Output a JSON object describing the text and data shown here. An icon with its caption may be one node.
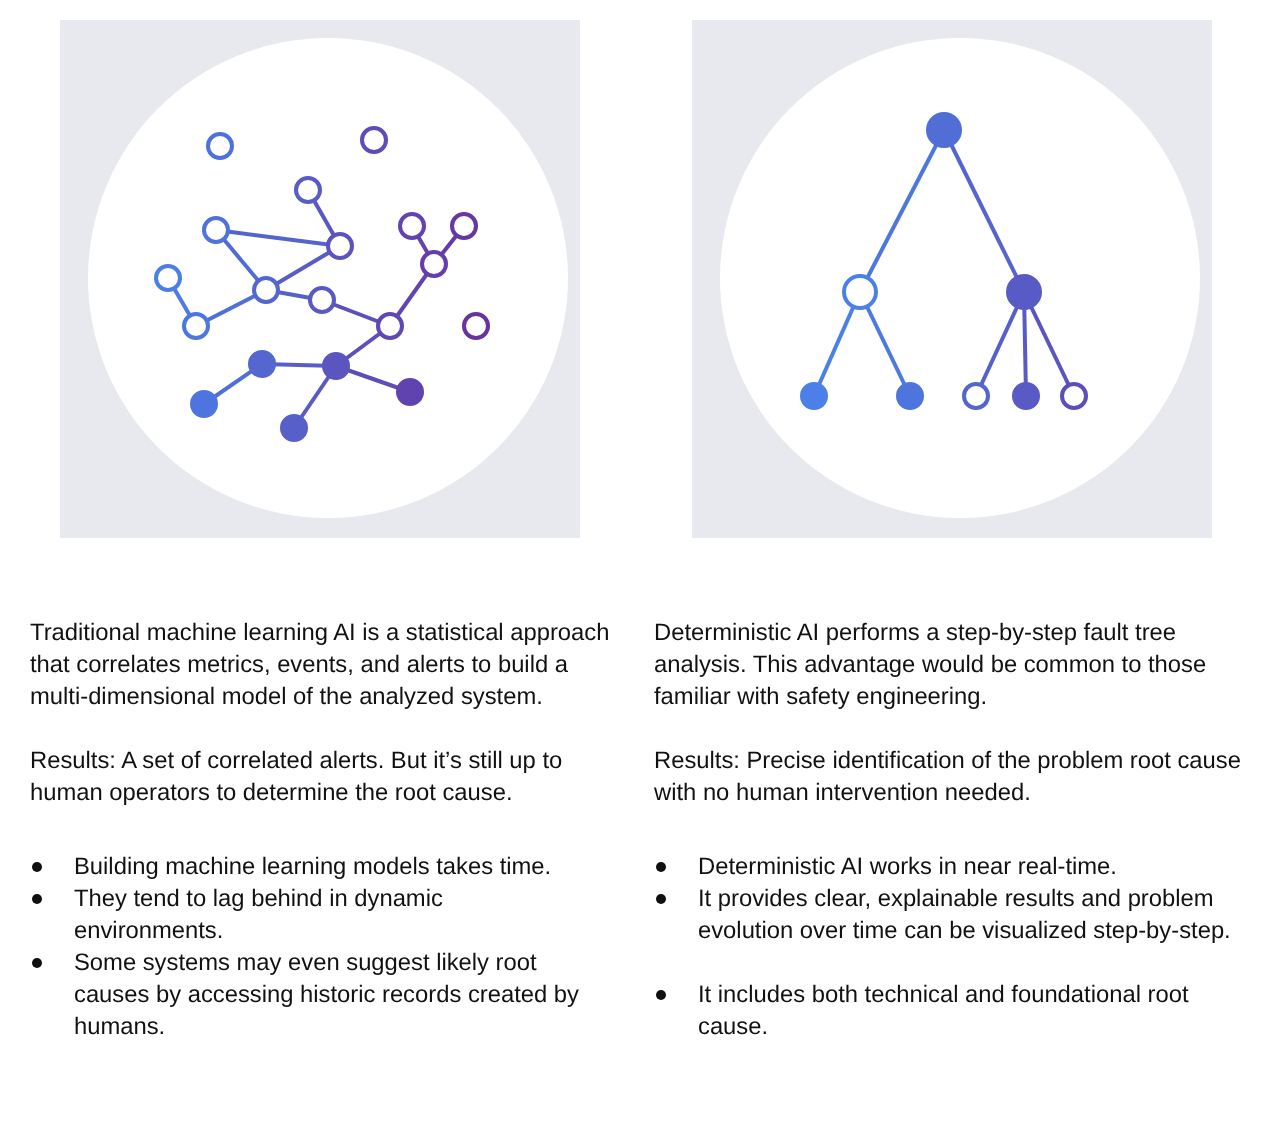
{
  "diagram": {
    "labels": [
      "Traditional machine learning AI is a statistical approach that correlates metrics, events, and alerts to build a multi-dimensional model of the analyzed system.",
      "Results: A set of correlated alerts. But it’s still up to human operators to determine the root cause.",
      "Building machine learning models takes time.",
      "They tend to lag behind in dynamic environments.",
      "Some systems may even suggest likely root causes by accessing historic records created by humans.",
      "Deterministic AI performs a step-by-step fault tree analysis.  This advantage would be common to those familiar with safety engineering.",
      "Results: Precise identification of the problem root cause with no human intervention needed.",
      "Deterministic AI works in near real-time.",
      "It provides clear, explainable results and problem evolution over time can be visualized step-by-step.",
      "It includes both technical and foundational root cause."
    ]
  }
}
